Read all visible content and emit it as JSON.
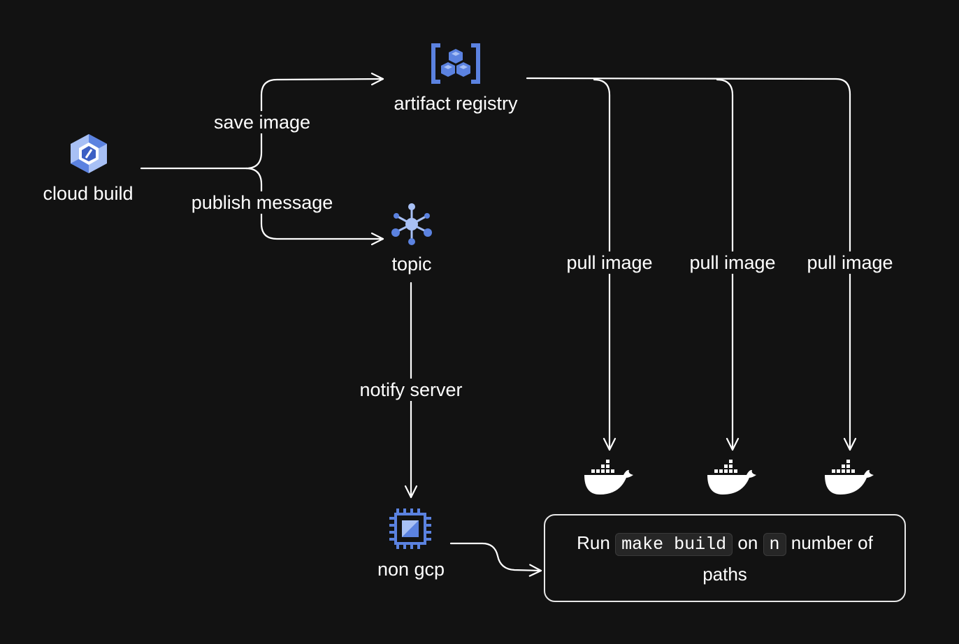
{
  "nodes": {
    "cloud_build": "cloud build",
    "artifact_registry": "artifact registry",
    "topic": "topic",
    "non_gcp": "non gcp"
  },
  "edges": {
    "save_image": "save image",
    "publish_message": "publish message",
    "notify_server": "notify server",
    "pull_image_1": "pull image",
    "pull_image_2": "pull image",
    "pull_image_3": "pull image"
  },
  "run_box": {
    "run": "Run",
    "code1": "make build",
    "on": "on",
    "code2": "n",
    "rest": "number of paths"
  },
  "icons": {
    "cloud_build": "cloud-build-icon",
    "artifact_registry": "artifact-registry-icon",
    "topic": "pubsub-topic-icon",
    "non_gcp": "chip-icon",
    "docker": "docker-whale-icon"
  },
  "colors": {
    "background": "#121212",
    "line": "#ffffff",
    "gcp_blue": "#5b82e0",
    "gcp_light_blue": "#a8c0f5"
  }
}
